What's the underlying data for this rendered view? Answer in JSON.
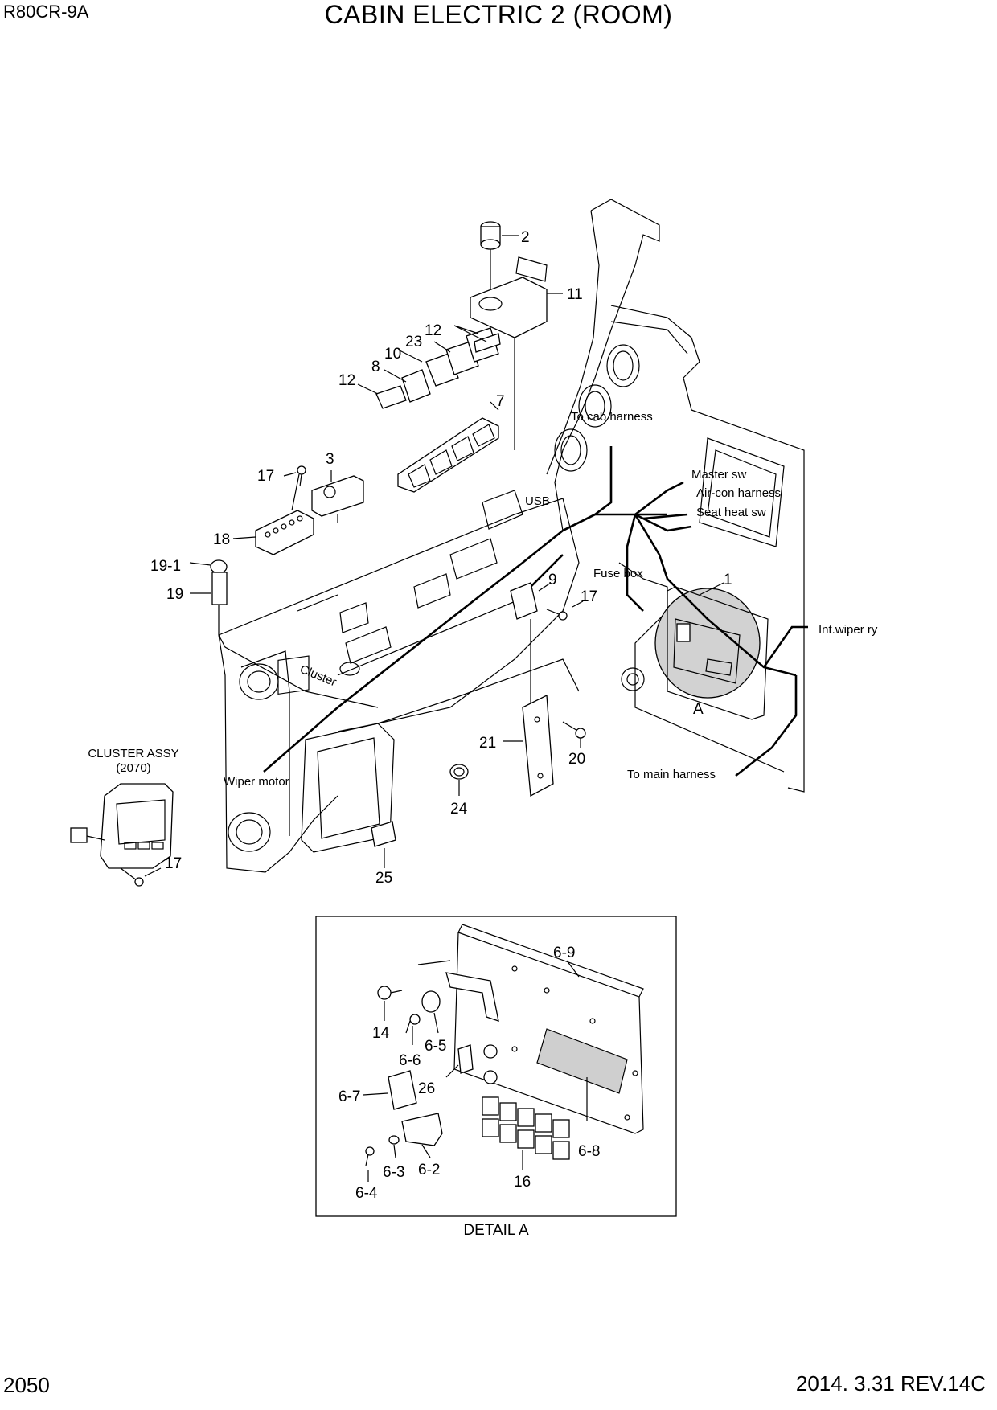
{
  "header": {
    "model": "R80CR-9A",
    "title": "CABIN ELECTRIC 2 (ROOM)"
  },
  "footer": {
    "page_number": "2050",
    "revision": "2014. 3.31  REV.14C"
  },
  "callouts": {
    "c1": "1",
    "c2": "2",
    "c3": "3",
    "c7": "7",
    "c8": "8",
    "c9": "9",
    "c10": "10",
    "c11": "11",
    "c12a": "12",
    "c12b": "12",
    "c17a": "17",
    "c17b": "17",
    "c17c": "17",
    "c18": "18",
    "c19_1": "19-1",
    "c19": "19",
    "c20": "20",
    "c21": "21",
    "c23": "23",
    "c24": "24",
    "c25": "25",
    "cA": "A"
  },
  "harness_labels": {
    "cab": "To cab harness",
    "master": "Master sw",
    "aircon": "Air-con harness",
    "seat": "Seat heat sw",
    "usb": "USB",
    "fuse": "Fuse box",
    "wiper_ry": "Int.wiper ry",
    "main": "To main harness",
    "wiper_motor": "Wiper motor",
    "cluster_panel": "Cluster"
  },
  "cluster_assy": {
    "label": "CLUSTER ASSY",
    "ref": "(2070)"
  },
  "detail": {
    "title": "DETAIL A",
    "callouts": {
      "d6_9": "6-9",
      "d14": "14",
      "d6_5": "6-5",
      "d6_6": "6-6",
      "d26": "26",
      "d6_7": "6-7",
      "d6_4": "6-4",
      "d6_3": "6-3",
      "d6_2": "6-2",
      "d16": "16",
      "d6_8": "6-8"
    }
  }
}
